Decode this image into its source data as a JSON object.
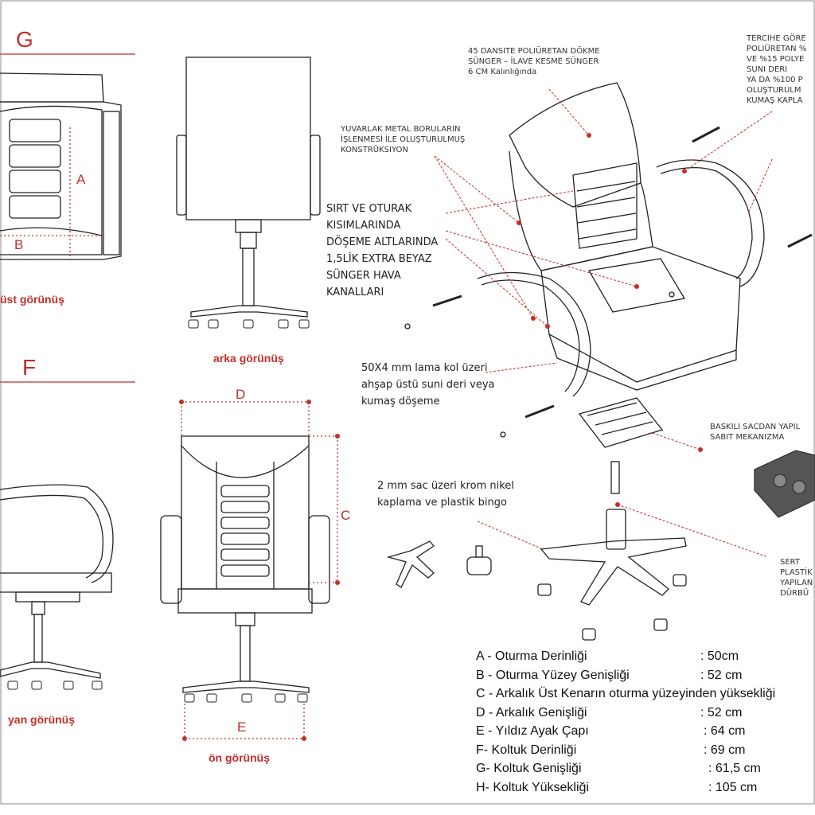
{
  "views": {
    "G": {
      "letter": "G",
      "name": "üst görünüş"
    },
    "F": {
      "letter": "F",
      "name": "yan görünüş"
    },
    "back": {
      "name": "arka görünüş"
    },
    "front": {
      "name": "ön görünüş"
    }
  },
  "dimension_letters": {
    "A": "A",
    "B": "B",
    "C": "C",
    "D": "D",
    "E": "E"
  },
  "callouts": {
    "foam": [
      "45 DANSITE POLIÜRETAN DÖKME",
      "SÜNGER – İLAVE KESME SÜNGER",
      "6 CM Kalınlığında"
    ],
    "cover": [
      "TERCIHE GÖRE",
      "POLIÜRETAN %",
      "VE %15 POLYE",
      "SUNI DERI",
      "YA DA %100 P",
      "OLUŞTURULM",
      "KUMAŞ KAPLA"
    ],
    "frame": [
      "YUVARLAK METAL BORULARIN",
      "İŞLENMESİ İLE OLUŞTURULMUŞ",
      "KONSTRÜKSIYON"
    ],
    "channels": [
      "SIRT VE OTURAK",
      "KISIMLARINDA",
      "DÖŞEME ALTLARINDA",
      "1,5LİK EXTRA BEYAZ",
      "SÜNGER HAVA",
      "KANALLARI"
    ],
    "arm": [
      "50X4 mm lama kol üzeri",
      "ahşap üstü suni deri veya",
      "kumaş döşeme"
    ],
    "mechanism": [
      "BASKILI SACDAN YAPIL",
      "SABIT MEKANIZMA"
    ],
    "base": [
      "2 mm sac üzeri krom nikel",
      "kaplama ve plastik bingo"
    ],
    "caster": [
      "SERT",
      "PLASTİK",
      "YAPILAN",
      "DÜRBÜ"
    ]
  },
  "specs": [
    {
      "label": "A - Oturma Derinliği",
      "value": ": 50cm"
    },
    {
      "label": "B - Oturma Yüzey Genişliği",
      "value": ": 52 cm"
    },
    {
      "label": "C - Arkalık Üst Kenarın oturma yüzeyinden yüksekliği",
      "value": ""
    },
    {
      "label": "D - Arkalık Genişliği",
      "value": ": 52 cm"
    },
    {
      "label": "E - Yıldız Ayak Çapı",
      "value": ": 64 cm"
    },
    {
      "label": "F- Koltuk Derinliği",
      "value": ": 69 cm"
    },
    {
      "label": "G- Koltuk Genişliği",
      "value": ": 61,5 cm"
    },
    {
      "label": "H- Koltuk Yüksekliği",
      "value": ": 105 cm"
    }
  ]
}
